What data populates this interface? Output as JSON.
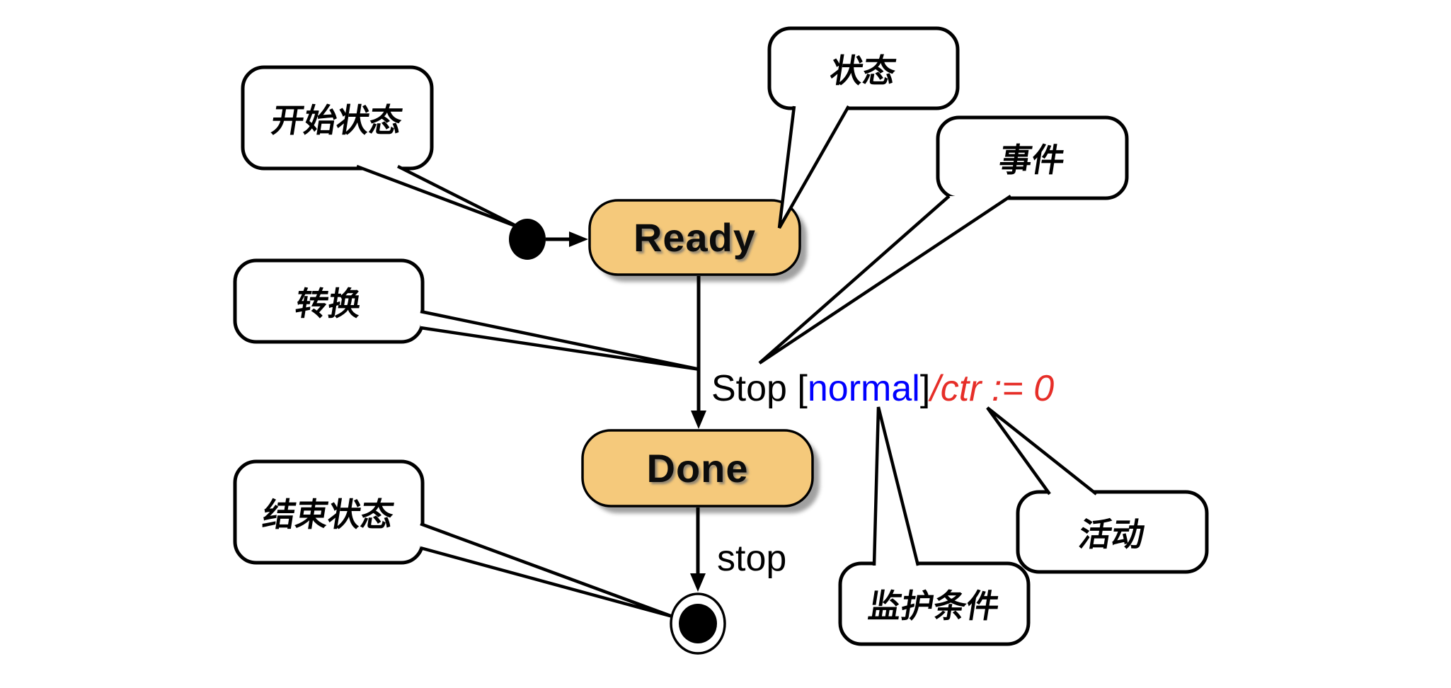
{
  "diagram": {
    "title": "UML state diagram with annotated elements",
    "states": {
      "ready": {
        "label": "Ready"
      },
      "done": {
        "label": "Done"
      }
    },
    "transition_label": {
      "event": "Stop ",
      "open_bracket": "[",
      "guard": "normal",
      "close_bracket": "]",
      "action": "/ctr := 0"
    },
    "done_to_final_label": "stop",
    "callouts": {
      "start_state": {
        "label": "开始状态"
      },
      "state": {
        "label": "状态"
      },
      "event": {
        "label": "事件"
      },
      "transition": {
        "label": "转换"
      },
      "end_state": {
        "label": "结束状态"
      },
      "activity": {
        "label": "活动"
      },
      "guard": {
        "label": "监护条件"
      }
    },
    "colors": {
      "state_fill": "#F5C97B",
      "outline": "#000000",
      "callout_fill": "#FFFFFF",
      "guard_blue": "#0000FF",
      "action_red": "#E62E28",
      "text_black": "#000000",
      "shadow_gray": "#6E6E6E"
    }
  }
}
